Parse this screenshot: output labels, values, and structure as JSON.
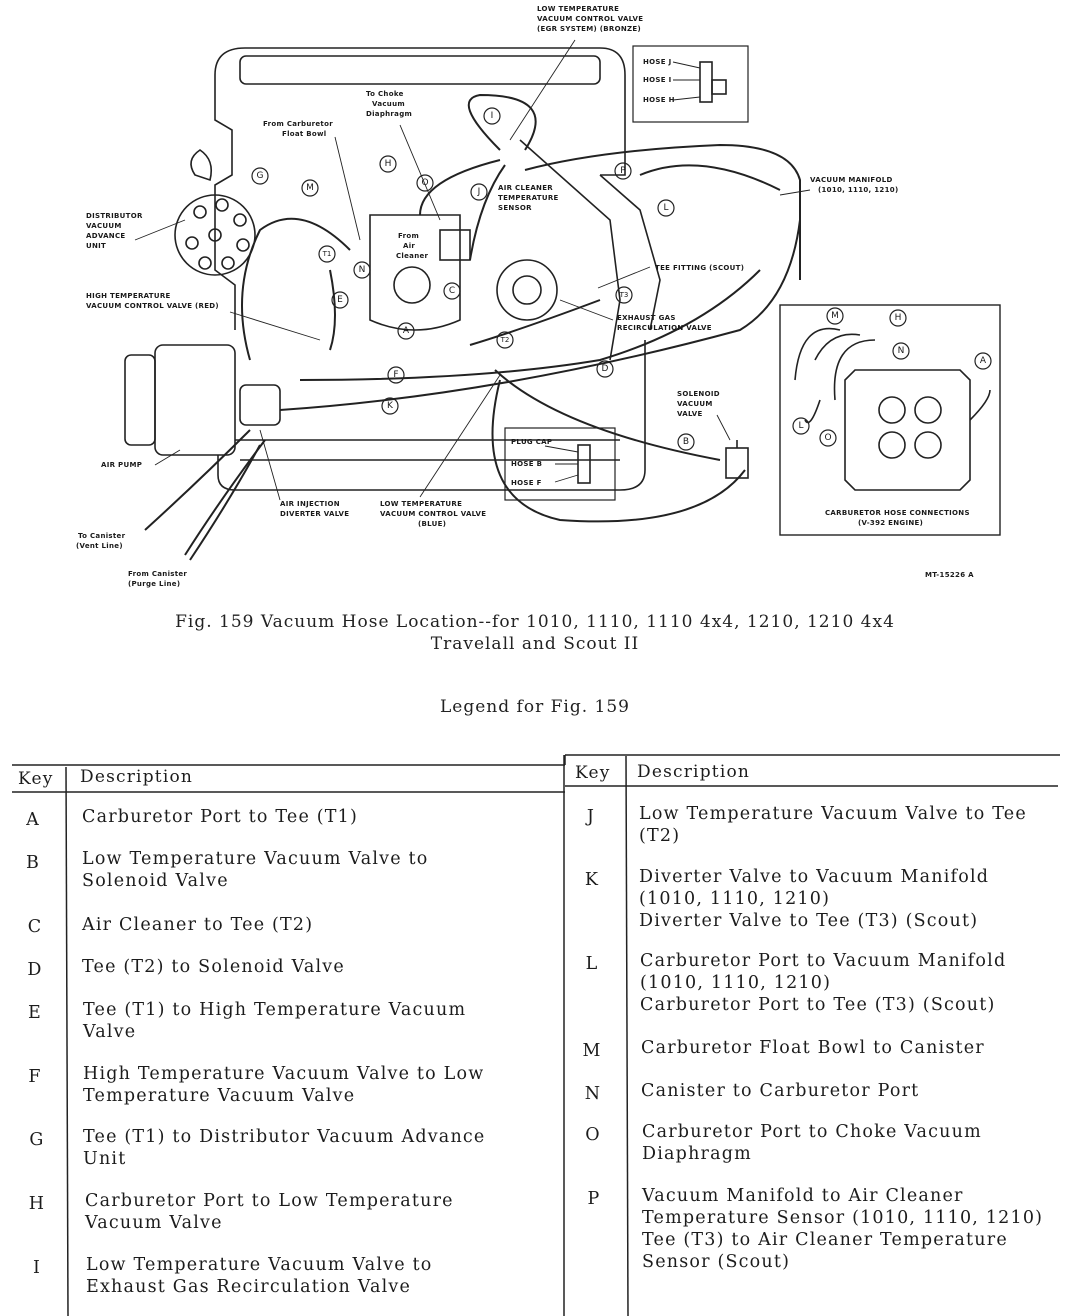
{
  "figure": {
    "caption_line1": "Fig. 159   Vacuum Hose Location--for 1010, 1110, 1110 4x4, 1210, 1210 4x4",
    "caption_line2": "Travelall and Scout II",
    "ref_code": "MT-15226 A",
    "labels": {
      "low_temp_valve_egr": [
        "LOW TEMPERATURE",
        "VACUUM CONTROL VALVE",
        "(EGR SYSTEM) (BRONZE)"
      ],
      "hose_j": "HOSE J",
      "hose_i": "HOSE I",
      "hose_h": "HOSE H",
      "to_choke": [
        "To Choke",
        "Vacuum",
        "Diaphragm"
      ],
      "from_carb_float": [
        "From Carburetor",
        "Float Bowl"
      ],
      "air_cleaner_sensor": [
        "AIR CLEANER",
        "TEMPERATURE",
        "SENSOR"
      ],
      "vacuum_manifold": [
        "VACUUM MANIFOLD",
        "(1010, 1110, 1210)"
      ],
      "distributor": [
        "DISTRIBUTOR",
        "VACUUM",
        "ADVANCE",
        "UNIT"
      ],
      "from_air_cleaner": [
        "From",
        "Air",
        "Cleaner"
      ],
      "tee_fitting": "TEE FITTING (SCOUT)",
      "high_temp_valve": [
        "HIGH TEMPERATURE",
        "VACUUM CONTROL VALVE (RED)"
      ],
      "egr_valve": [
        "EXHAUST GAS",
        "RECIRCULATION VALVE"
      ],
      "solenoid": [
        "SOLENOID",
        "VACUUM",
        "VALVE"
      ],
      "air_pump": "AIR PUMP",
      "plug_cap": "PLUG CAP",
      "hose_b": "HOSE B",
      "hose_f": "HOSE F",
      "diverter": [
        "AIR INJECTION",
        "DIVERTER VALVE"
      ],
      "low_temp_blue": [
        "LOW TEMPERATURE",
        "VACUUM CONTROL VALVE",
        "(BLUE)"
      ],
      "to_canister": [
        "To Canister",
        "(Vent Line)"
      ],
      "from_canister": [
        "From Canister",
        "(Purge Line)"
      ],
      "carb_hose_conn": [
        "CARBURETOR HOSE CONNECTIONS",
        "(V-392 ENGINE)"
      ],
      "t1": "T1",
      "t2": "T2",
      "t3": "T3"
    },
    "callouts": [
      "A",
      "B",
      "C",
      "D",
      "E",
      "F",
      "G",
      "H",
      "I",
      "J",
      "K",
      "L",
      "M",
      "N",
      "O",
      "P"
    ]
  },
  "legend": {
    "title": "Legend for Fig. 159",
    "col_key": "Key",
    "col_desc": "Description",
    "left": [
      {
        "key": "A",
        "desc": "Carburetor Port to Tee (T1)"
      },
      {
        "key": "B",
        "desc": "Low Temperature Vacuum Valve to\nSolenoid Valve"
      },
      {
        "key": "C",
        "desc": "Air Cleaner to Tee (T2)"
      },
      {
        "key": "D",
        "desc": "Tee (T2) to Solenoid Valve"
      },
      {
        "key": "E",
        "desc": "Tee (T1) to High Temperature Vacuum\nValve"
      },
      {
        "key": "F",
        "desc": "High Temperature Vacuum Valve to Low\nTemperature Vacuum Valve"
      },
      {
        "key": "G",
        "desc": "Tee (T1) to Distributor Vacuum Advance\nUnit"
      },
      {
        "key": "H",
        "desc": "Carburetor Port to Low Temperature\nVacuum Valve"
      },
      {
        "key": "I",
        "desc": "Low Temperature Vacuum Valve to\nExhaust Gas Recirculation Valve"
      }
    ],
    "right": [
      {
        "key": "J",
        "desc": "Low Temperature Vacuum Valve to Tee\n(T2)"
      },
      {
        "key": "K",
        "desc": "Diverter Valve to Vacuum Manifold\n(1010, 1110, 1210)\nDiverter Valve to Tee (T3) (Scout)"
      },
      {
        "key": "L",
        "desc": "Carburetor Port to Vacuum Manifold\n(1010, 1110, 1210)\nCarburetor Port to Tee (T3) (Scout)"
      },
      {
        "key": "M",
        "desc": "Carburetor Float Bowl to Canister"
      },
      {
        "key": "N",
        "desc": "Canister to Carburetor Port"
      },
      {
        "key": "O",
        "desc": "Carburetor Port to Choke Vacuum\nDiaphragm"
      },
      {
        "key": "P",
        "desc": "Vacuum Manifold to Air Cleaner\nTemperature Sensor (1010, 1110, 1210)\nTee (T3) to Air Cleaner Temperature\nSensor (Scout)"
      }
    ]
  }
}
